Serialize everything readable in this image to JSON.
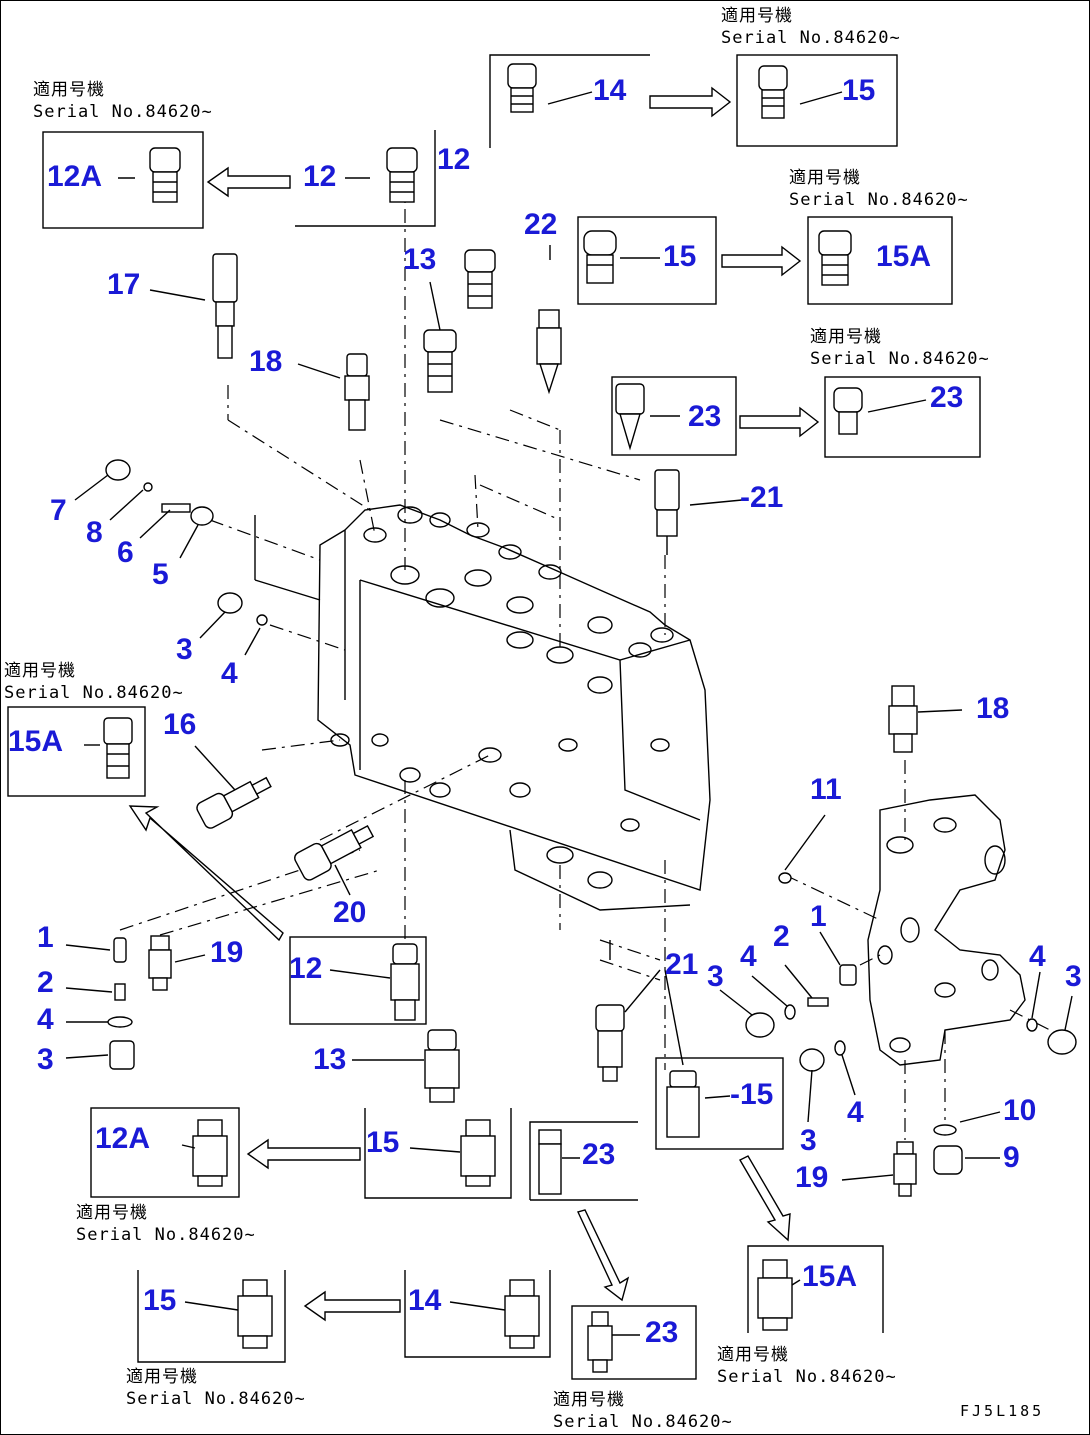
{
  "callouts": [
    {
      "id": "c14a",
      "text": "14"
    },
    {
      "id": "c15a",
      "text": "15"
    },
    {
      "id": "c12Aa",
      "text": "12A"
    },
    {
      "id": "c12a",
      "text": "12"
    },
    {
      "id": "c12b",
      "text": "12"
    },
    {
      "id": "c22",
      "text": "22"
    },
    {
      "id": "c15b",
      "text": "15"
    },
    {
      "id": "c15Aa",
      "text": "15A"
    },
    {
      "id": "c13a",
      "text": "13"
    },
    {
      "id": "c17",
      "text": "17"
    },
    {
      "id": "c18a",
      "text": "18"
    },
    {
      "id": "c23a",
      "text": "23"
    },
    {
      "id": "c23b",
      "text": "23"
    },
    {
      "id": "c21a",
      "text": "-21"
    },
    {
      "id": "c7",
      "text": "7"
    },
    {
      "id": "c8",
      "text": "8"
    },
    {
      "id": "c6",
      "text": "6"
    },
    {
      "id": "c5",
      "text": "5"
    },
    {
      "id": "c3a",
      "text": "3"
    },
    {
      "id": "c4a",
      "text": "4"
    },
    {
      "id": "c15Ab",
      "text": "15A"
    },
    {
      "id": "c16",
      "text": "16"
    },
    {
      "id": "c18b",
      "text": "18"
    },
    {
      "id": "c11",
      "text": "11"
    },
    {
      "id": "c20",
      "text": "20"
    },
    {
      "id": "c1a",
      "text": "1"
    },
    {
      "id": "c19a",
      "text": "19"
    },
    {
      "id": "c2a",
      "text": "2"
    },
    {
      "id": "c4b",
      "text": "4"
    },
    {
      "id": "c3b",
      "text": "3"
    },
    {
      "id": "c12c",
      "text": "12"
    },
    {
      "id": "c13b",
      "text": "13"
    },
    {
      "id": "c1b",
      "text": "1"
    },
    {
      "id": "c2b",
      "text": "2"
    },
    {
      "id": "c4c",
      "text": "4"
    },
    {
      "id": "c21b",
      "text": "21"
    },
    {
      "id": "c3c",
      "text": "3"
    },
    {
      "id": "c4d",
      "text": "4"
    },
    {
      "id": "c3d",
      "text": "3"
    },
    {
      "id": "c15c",
      "text": "-15"
    },
    {
      "id": "c3e",
      "text": "3"
    },
    {
      "id": "c4e",
      "text": "4"
    },
    {
      "id": "c10",
      "text": "10"
    },
    {
      "id": "c9",
      "text": "9"
    },
    {
      "id": "c19b",
      "text": "19"
    },
    {
      "id": "c12Ab",
      "text": "12A"
    },
    {
      "id": "c15d",
      "text": "15"
    },
    {
      "id": "c23c",
      "text": "23"
    },
    {
      "id": "c15Ac",
      "text": "15A"
    },
    {
      "id": "c15e",
      "text": "15"
    },
    {
      "id": "c14b",
      "text": "14"
    },
    {
      "id": "c23d",
      "text": "23"
    }
  ],
  "notes": [
    {
      "id": "n1",
      "line1": "適用号機",
      "line2": "Serial No.84620~"
    },
    {
      "id": "n2",
      "line1": "適用号機",
      "line2": "Serial No.84620~"
    },
    {
      "id": "n3",
      "line1": "適用号機",
      "line2": "Serial No.84620~"
    },
    {
      "id": "n4",
      "line1": "適用号機",
      "line2": "Serial No.84620~"
    },
    {
      "id": "n5",
      "line1": "適用号機",
      "line2": "Serial No.84620~"
    },
    {
      "id": "n6",
      "line1": "適用号機",
      "line2": "Serial No.84620~"
    },
    {
      "id": "n7",
      "line1": "適用号機",
      "line2": "Serial No.84620~"
    },
    {
      "id": "n8",
      "line1": "適用号機",
      "line2": "Serial No.84620~"
    },
    {
      "id": "n9",
      "line1": "適用号機",
      "line2": "Serial No.84620~"
    }
  ],
  "drawing_ref": "FJ5L185"
}
